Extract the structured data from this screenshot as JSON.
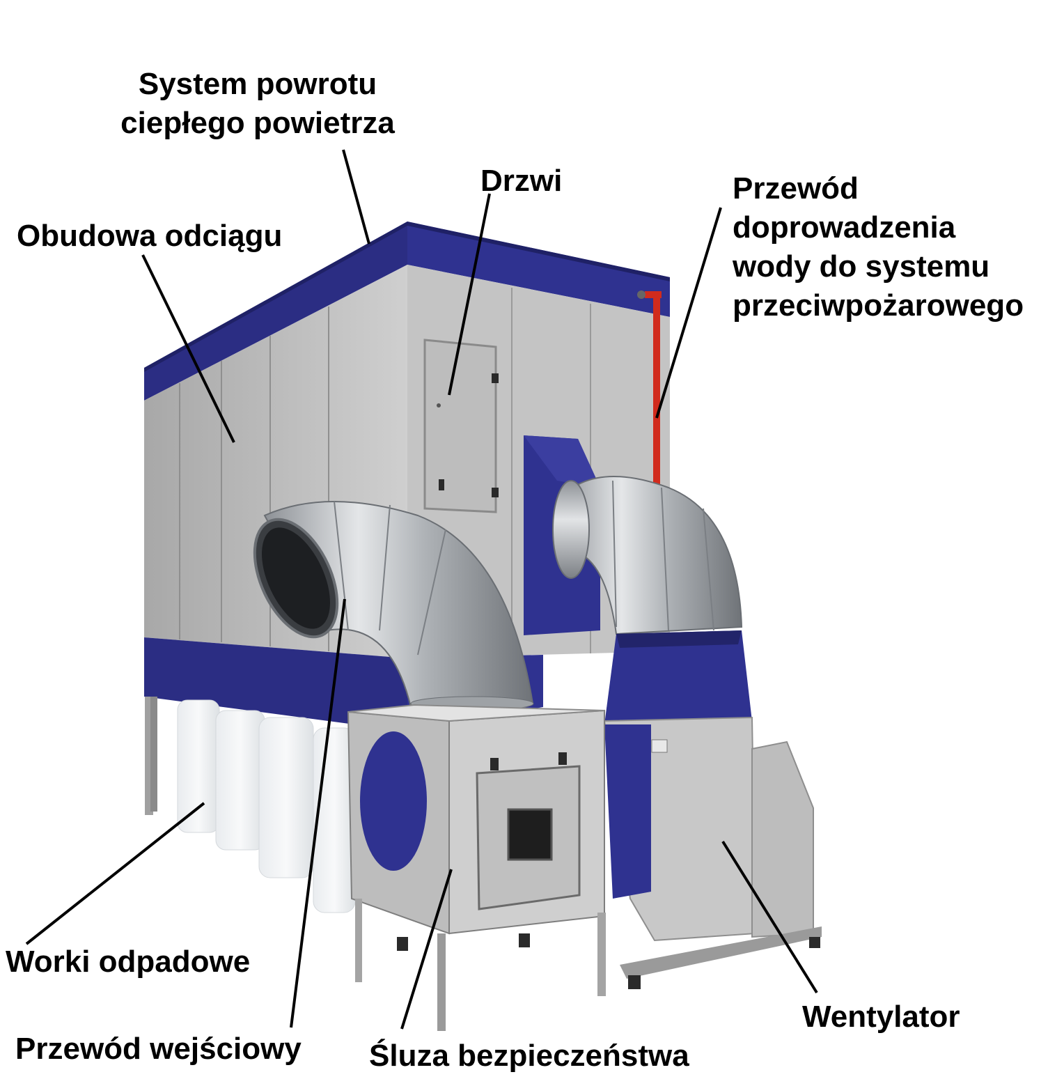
{
  "colors": {
    "panel_grey": "#c9c9c9",
    "panel_grey_dark": "#a9a9a9",
    "accent_blue": "#2b2d83",
    "steel": "#b8bcc0",
    "red_pipe": "#d12b1d",
    "text": "#000000"
  },
  "labels": {
    "heat_return": [
      "System powrotu",
      "ciepłego powietrza"
    ],
    "door": "Drzwi",
    "water_pipe": [
      "Przewód",
      "doprowadzenia",
      "wody do systemu",
      "przeciwpożarowego"
    ],
    "housing": "Obudowa odciągu",
    "waste_bags": "Worki odpadowe",
    "inlet_duct": "Przewód wejściowy",
    "safety_lock": "Śluza bezpieczeństwa",
    "fan": "Wentylator"
  },
  "icons": {
    "dust_extractor": "dust-extractor-machine-illustration"
  }
}
